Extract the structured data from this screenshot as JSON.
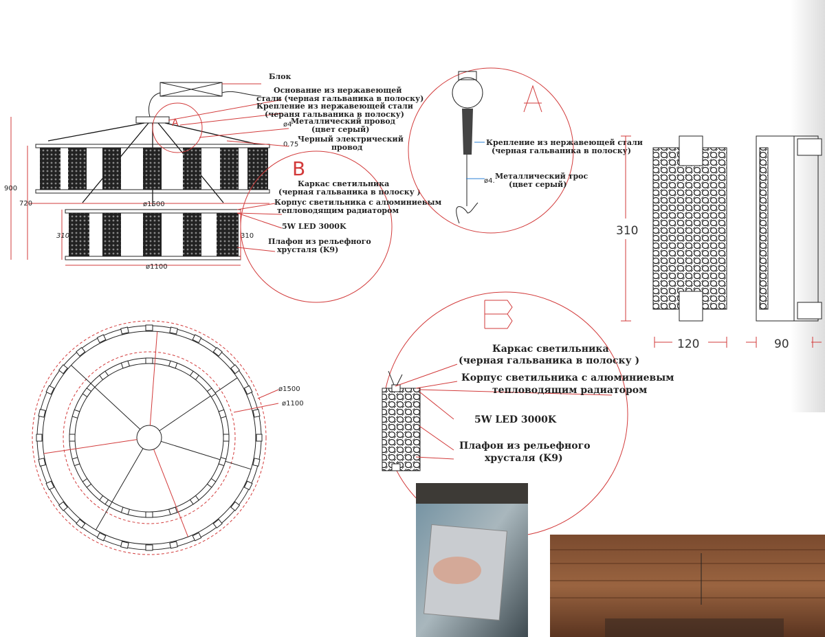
{
  "elevation": {
    "labels": {
      "block": "Блок",
      "base_1": "Основание из нержавеющей",
      "base_2": "стали (черная гальваника в полоску)",
      "mount_1": "Крепление из нержавеющей стали",
      "mount_2": "(черaня гальваника в полоску)",
      "wire_1": "Металлический провод",
      "wire_2": "(цвет серый)",
      "elec_1": "Черный электрический",
      "elec_2": "провод",
      "frame_1": "Каркас светильника",
      "frame_2": "(черная гальваника в полоску )",
      "body_1": "Корпус светильника с алюминиевым",
      "body_2": "тепловодящим радиатором",
      "led": "5W LED 3000K",
      "shade_1": "Плафон из рельефного",
      "shade_2": "хрусталя (K9)"
    },
    "dims": {
      "d4": "ø4",
      "d075": "0.75",
      "h900": "900",
      "h720": "720",
      "d1500": "ø1500",
      "d1100": "ø1100",
      "h310_left": "310",
      "h310_right": "310"
    },
    "callout_a": "A",
    "callout_b": "B"
  },
  "detail_a": {
    "letter": "A",
    "mount_1": "Крепление из нержавеющей стали",
    "mount_2": "(черная гальваника в полоску)",
    "cable_dim": "ø4.",
    "cable_1": "Металлический трос",
    "cable_2": "(цвет серый)"
  },
  "panel_views": {
    "height": "310",
    "width": "120",
    "depth": "90"
  },
  "plan": {
    "d1500": "ø1500",
    "d1100": "ø1100"
  },
  "detail_b": {
    "letter": "B",
    "frame_1": "Каркас светильника",
    "frame_2": "(черная гальваника в полоску )",
    "body_1": "Корпус светильника с алюминиевым",
    "body_2": "тепловодящим радиатором",
    "led": "5W LED 3000K",
    "shade_1": "Плафон из рельефного",
    "shade_2": "хрусталя (K9)"
  },
  "colors": {
    "accent_red": "#d23a3a",
    "leader_blue": "#2a7fd4"
  }
}
